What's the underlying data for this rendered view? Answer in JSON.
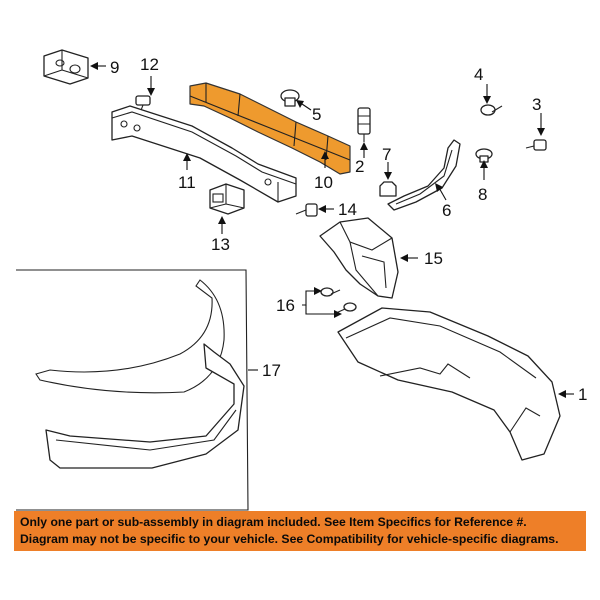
{
  "callouts": [
    "1",
    "2",
    "3",
    "4",
    "5",
    "6",
    "7",
    "8",
    "9",
    "10",
    "11",
    "12",
    "13",
    "14",
    "15",
    "16",
    "17"
  ],
  "colors": {
    "highlight": "#ee9a2e",
    "banner": "#ee7f28"
  },
  "notice": {
    "line1": "Only one part or sub-assembly in diagram included. See Item Specifics for Reference #.",
    "line2": "Diagram may not be specific to your vehicle. See Compatibility for vehicle-specific diagrams."
  }
}
